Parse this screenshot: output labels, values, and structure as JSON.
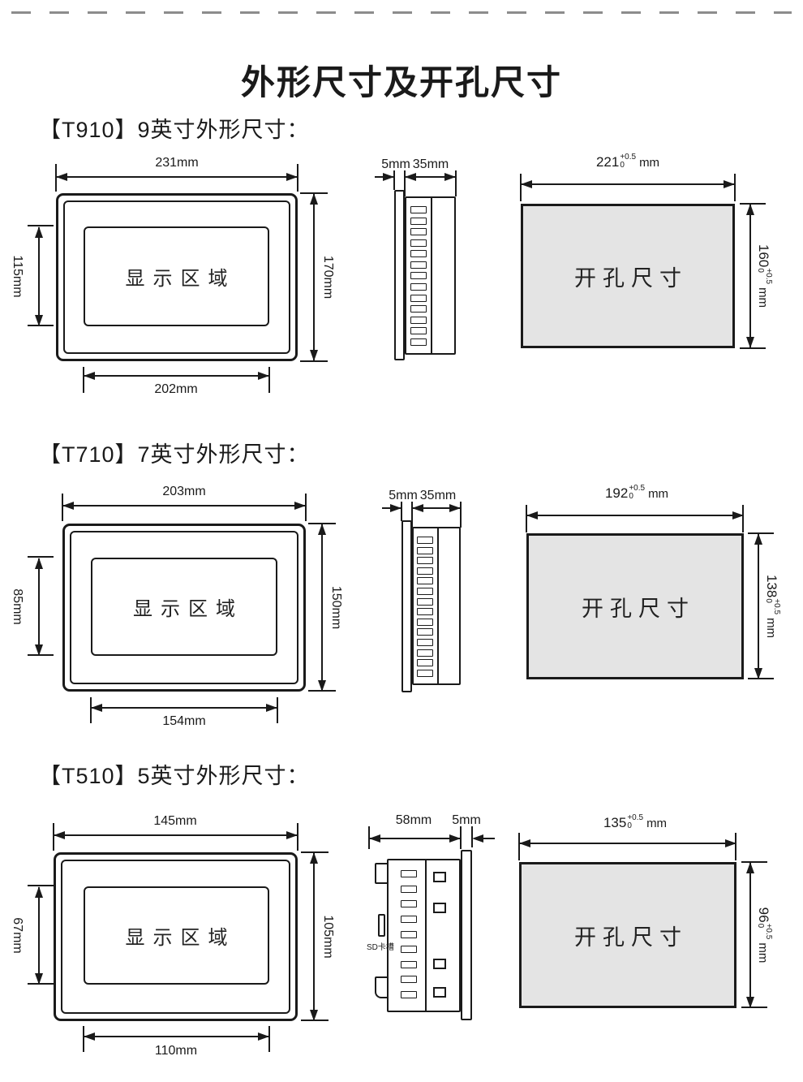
{
  "page": {
    "title": "外形尺寸及开孔尺寸"
  },
  "sections": [
    {
      "heading": "【T910】9英寸外形尺寸：",
      "front": {
        "width_label": "231mm",
        "height_label": "170mm",
        "display_height_label": "115mm",
        "display_width_label": "202mm",
        "display_label": "显示区域"
      },
      "side": {
        "dim1_label": "5mm",
        "dim2_label": "35mm"
      },
      "cutout": {
        "label": "开孔尺寸",
        "width_value": "221",
        "height_value": "160",
        "tol_plus": "+0.5",
        "tol_minus": "0",
        "unit": "mm"
      }
    },
    {
      "heading": "【T710】7英寸外形尺寸：",
      "front": {
        "width_label": "203mm",
        "height_label": "150mm",
        "display_height_label": "85mm",
        "display_width_label": "154mm",
        "display_label": "显示区域"
      },
      "side": {
        "dim1_label": "5mm",
        "dim2_label": "35mm"
      },
      "cutout": {
        "label": "开孔尺寸",
        "width_value": "192",
        "height_value": "138",
        "tol_plus": "+0.5",
        "tol_minus": "0",
        "unit": "mm"
      }
    },
    {
      "heading": "【T510】5英寸外形尺寸：",
      "front": {
        "width_label": "145mm",
        "height_label": "105mm",
        "display_height_label": "67mm",
        "display_width_label": "110mm",
        "display_label": "显示区域"
      },
      "side": {
        "dim1_label": "58mm",
        "dim2_label": "5mm",
        "sd_slot_label": "SD卡槽"
      },
      "cutout": {
        "label": "开孔尺寸",
        "width_value": "135",
        "height_value": "96",
        "tol_plus": "+0.5",
        "tol_minus": "0",
        "unit": "mm"
      }
    }
  ]
}
